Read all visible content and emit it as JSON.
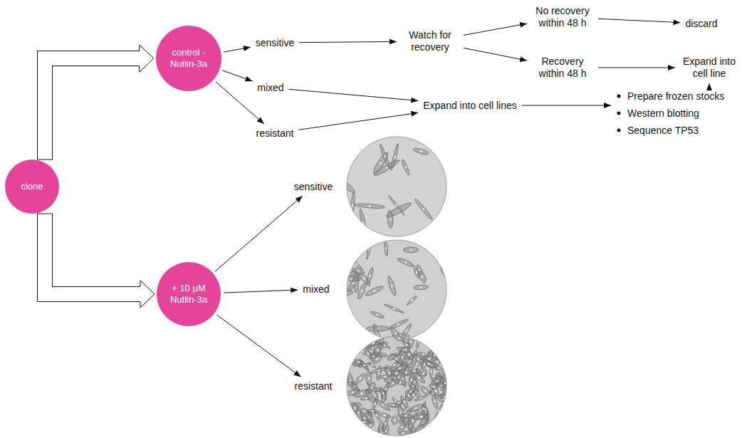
{
  "diagram": {
    "nodes": [
      {
        "text": [
          "clone"
        ]
      },
      {
        "text": [
          "control - Nutlin-3a"
        ]
      },
      {
        "text": [
          "sensitive"
        ]
      },
      {
        "text": [
          "mixed"
        ]
      },
      {
        "text": [
          "resistant"
        ]
      },
      {
        "text": [
          "Watch for recovery"
        ]
      },
      {
        "text": [
          "No recovery within 48 h"
        ]
      },
      {
        "text": [
          "Recovery within 48 h"
        ]
      },
      {
        "text": [
          "discard"
        ]
      },
      {
        "text": [
          "Expand into cell line"
        ]
      },
      {
        "text": [
          "Expand into cell lines"
        ]
      },
      {
        "text": [
          "Prepare frozen stocks",
          "Western blotting",
          "Sequence TP53"
        ]
      },
      {
        "text": [
          "+ 10 µM Nutlin-3a"
        ]
      },
      {
        "text": [
          "sensitive"
        ]
      },
      {
        "text": [
          "mixed"
        ]
      },
      {
        "text": [
          "resistant"
        ]
      }
    ],
    "edges": [
      {
        "from": 0,
        "to": 1,
        "arrow": "to"
      },
      {
        "from": 0,
        "to": 12,
        "arrow": "to"
      },
      {
        "from": 1,
        "to": 2,
        "arrow": "to"
      },
      {
        "from": 1,
        "to": 3,
        "arrow": "to"
      },
      {
        "from": 1,
        "to": 4,
        "arrow": "to"
      },
      {
        "from": 2,
        "to": 5,
        "arrow": "to"
      },
      {
        "from": 5,
        "to": 6,
        "arrow": "to"
      },
      {
        "from": 5,
        "to": 7,
        "arrow": "to"
      },
      {
        "from": 6,
        "to": 8,
        "arrow": "to"
      },
      {
        "from": 7,
        "to": 9,
        "arrow": "to"
      },
      {
        "from": 3,
        "to": 10,
        "arrow": "to"
      },
      {
        "from": 4,
        "to": 10,
        "arrow": "to"
      },
      {
        "from": 10,
        "to": 11,
        "arrow": "to"
      },
      {
        "from": 9,
        "to": 11,
        "arrow": "to"
      },
      {
        "from": 12,
        "to": 13,
        "arrow": "to"
      },
      {
        "from": 12,
        "to": 14,
        "arrow": "to"
      },
      {
        "from": 12,
        "to": 15,
        "arrow": "to"
      }
    ]
  }
}
